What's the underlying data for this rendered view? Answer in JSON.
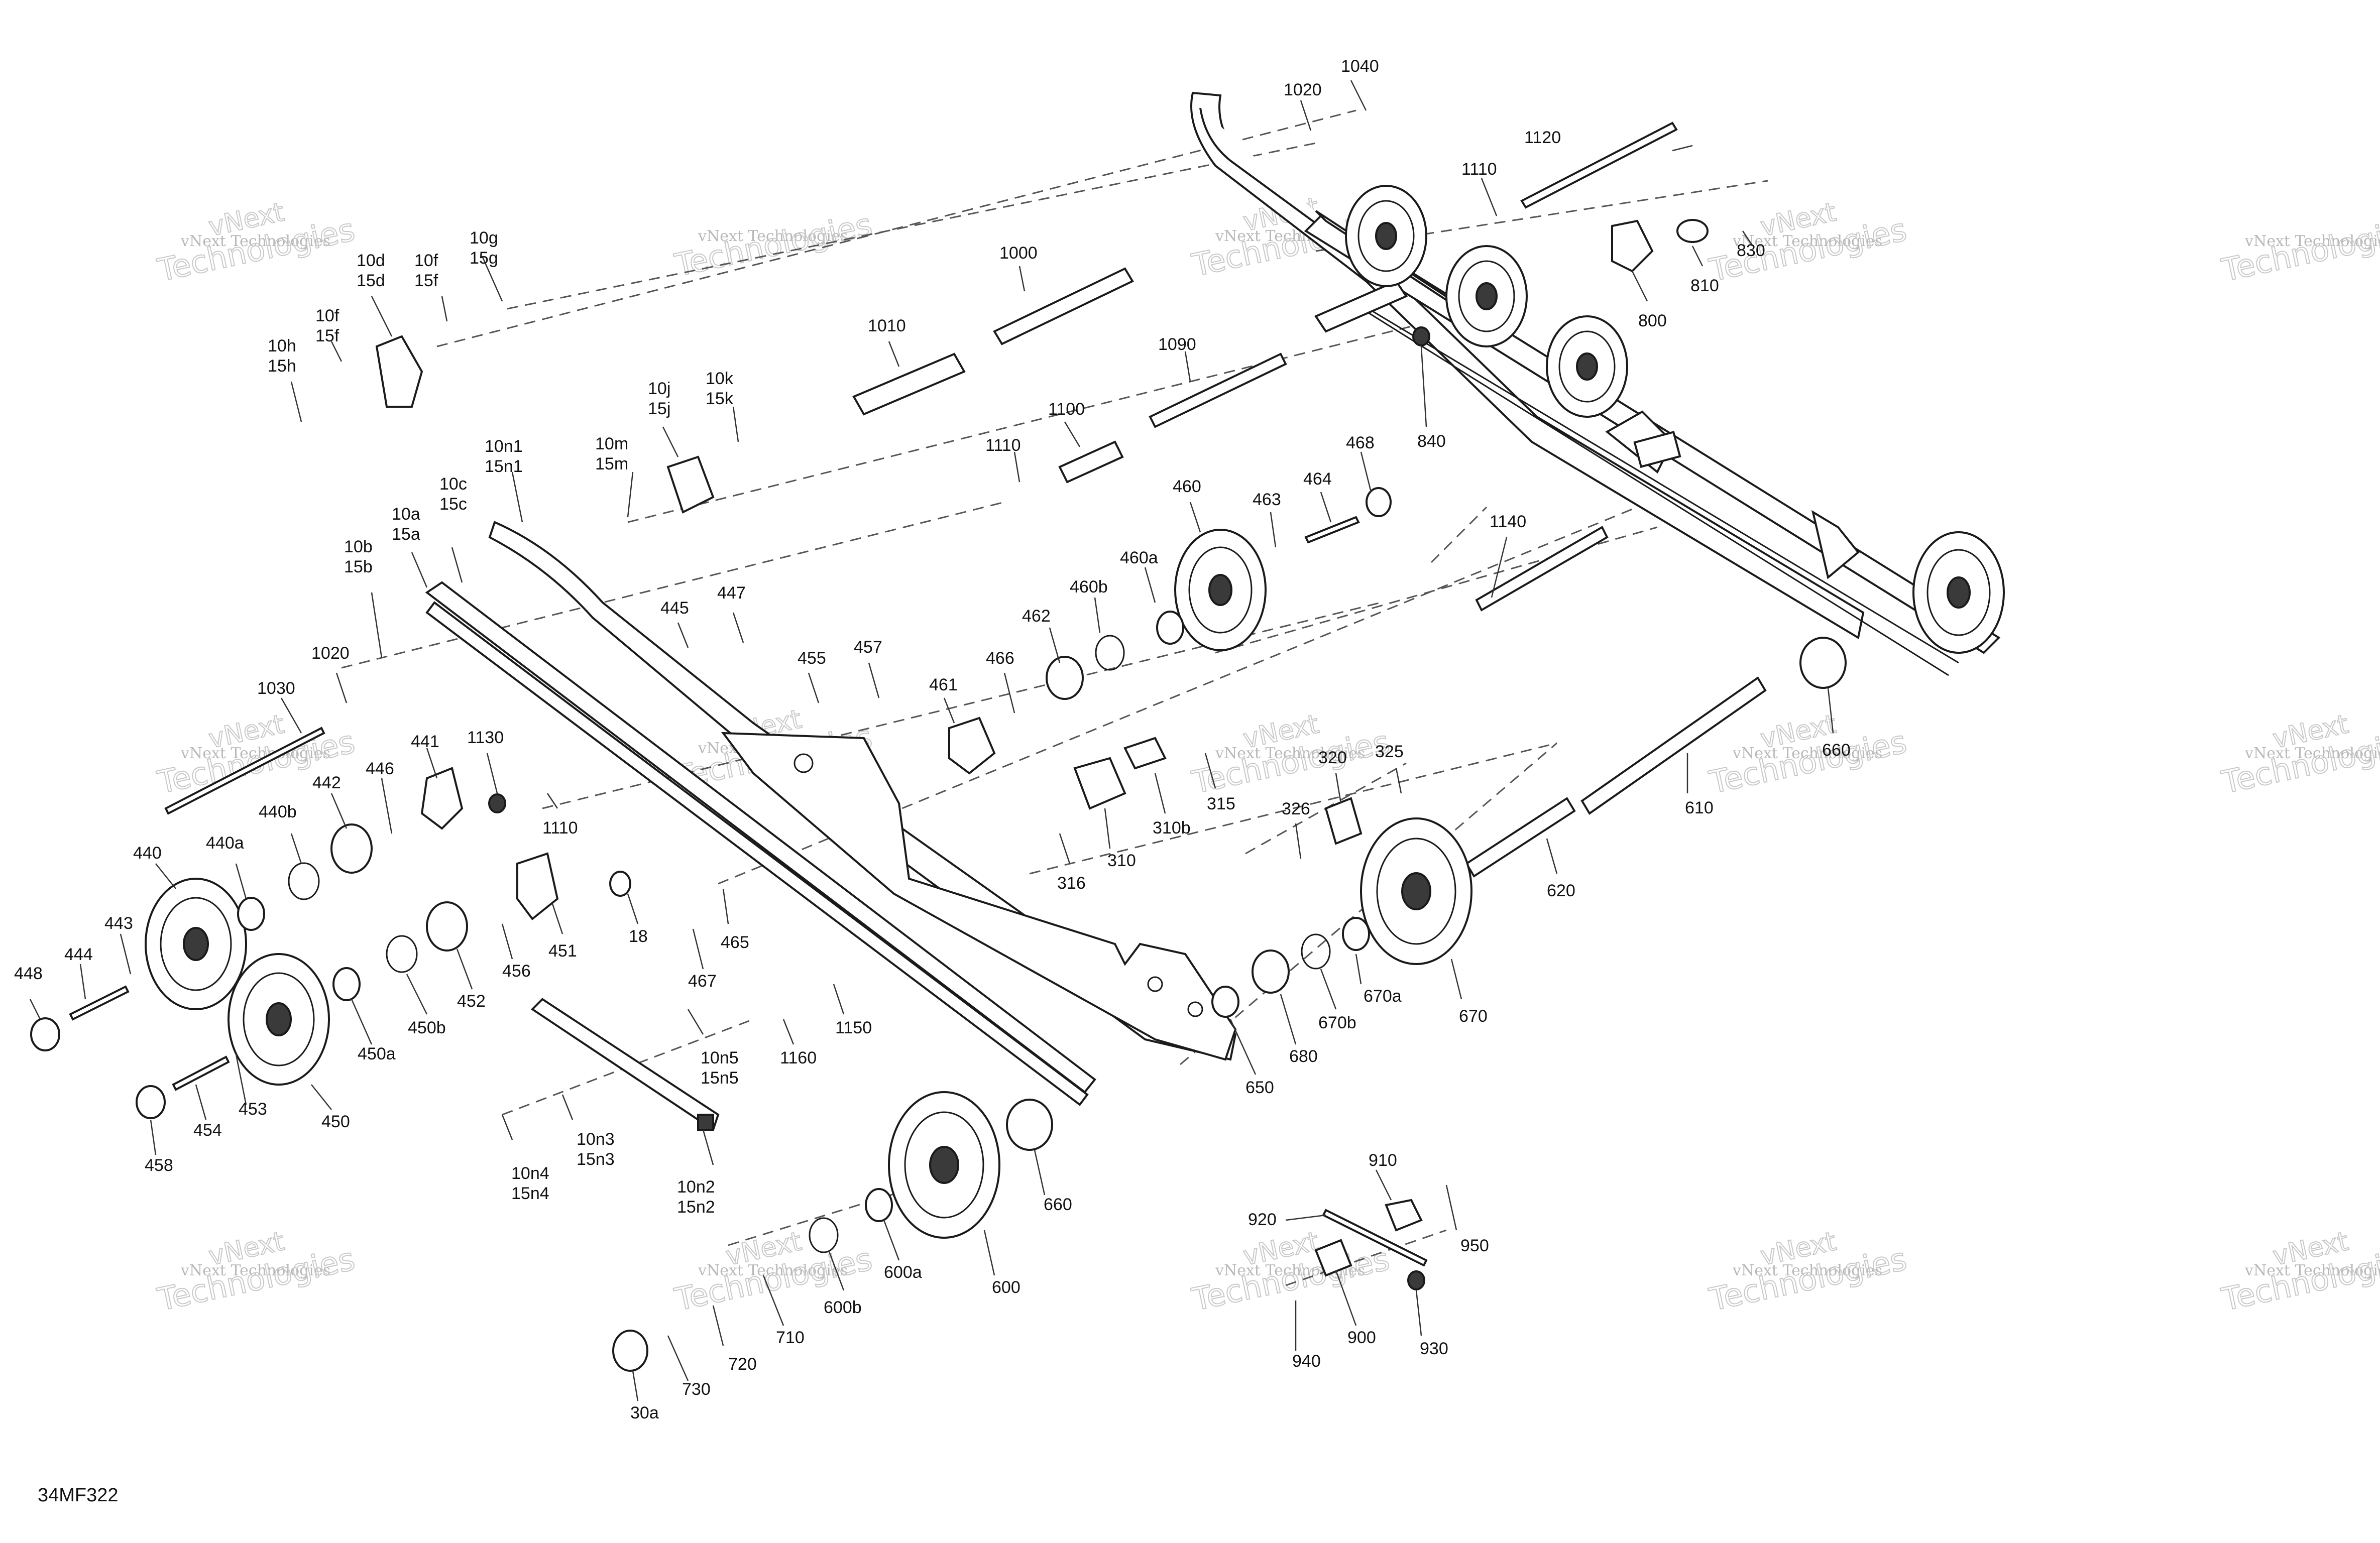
{
  "figure_code": "34MF322",
  "watermark": {
    "line1": "vNext",
    "line2": "Technologies",
    "small": "vNext Technologies"
  },
  "callouts": {
    "c10d_15d": [
      "10d",
      "15d"
    ],
    "c10f_15f_a": [
      "10f",
      "15f"
    ],
    "c10g_15g": [
      "10g",
      "15g"
    ],
    "c10f_15f_b": [
      "10f",
      "15f"
    ],
    "c10h_15h": [
      "10h",
      "15h"
    ],
    "c1000": "1000",
    "c1010": "1010",
    "c1020_top": "1020",
    "c1040": "1040",
    "c1120": "1120",
    "c1110_top": "1110",
    "c830": "830",
    "c810": "810",
    "c800": "800",
    "c840": "840",
    "c1090": "1090",
    "c1100": "1100",
    "c1110_mid": "1110",
    "c10j_15j": [
      "10j",
      "15j"
    ],
    "c10k_15k": [
      "10k",
      "15k"
    ],
    "c10m_15m": [
      "10m",
      "15m"
    ],
    "c10n1_15n1": [
      "10n1",
      "15n1"
    ],
    "c10c_15c": [
      "10c",
      "15c"
    ],
    "c10a_15a": [
      "10a",
      "15a"
    ],
    "c10b_15b": [
      "10b",
      "15b"
    ],
    "c1020_left": "1020",
    "c1030": "1030",
    "c460": "460",
    "c463": "463",
    "c464": "464",
    "c468": "468",
    "c460a": "460a",
    "c460b": "460b",
    "c462": "462",
    "c461": "461",
    "c466": "466",
    "c445": "445",
    "c447": "447",
    "c455": "455",
    "c457": "457",
    "c1140": "1140",
    "c660_right": "660",
    "c610": "610",
    "c620": "620",
    "c320": "320",
    "c325": "325",
    "c326": "326",
    "c315": "315",
    "c310b": "310b",
    "c310": "310",
    "c316": "316",
    "c441": "441",
    "c1130": "1130",
    "c446": "446",
    "c442": "442",
    "c440b": "440b",
    "c440a": "440a",
    "c440": "440",
    "c1110_left": "1110",
    "c443": "443",
    "c444": "444",
    "c448": "448",
    "c451": "451",
    "c456": "456",
    "c18": "18",
    "c465": "465",
    "c467": "467",
    "c452": "452",
    "c450b": "450b",
    "c450a": "450a",
    "c450": "450",
    "c453": "453",
    "c454": "454",
    "c458": "458",
    "c670": "670",
    "c670a": "670a",
    "c670b": "670b",
    "c680": "680",
    "c650": "650",
    "c1150": "1150",
    "c1160": "1160",
    "c10n5_15n5": [
      "10n5",
      "15n5"
    ],
    "c10n3_15n3": [
      "10n3",
      "15n3"
    ],
    "c10n4_15n4": [
      "10n4",
      "15n4"
    ],
    "c10n2_15n2": [
      "10n2",
      "15n2"
    ],
    "c660_bottom": "660",
    "c600": "600",
    "c600a": "600a",
    "c600b": "600b",
    "c710": "710",
    "c720": "720",
    "c730": "730",
    "c30a": "30a",
    "c910": "910",
    "c920": "920",
    "c950": "950",
    "c900": "900",
    "c930": "930",
    "c940": "940"
  }
}
